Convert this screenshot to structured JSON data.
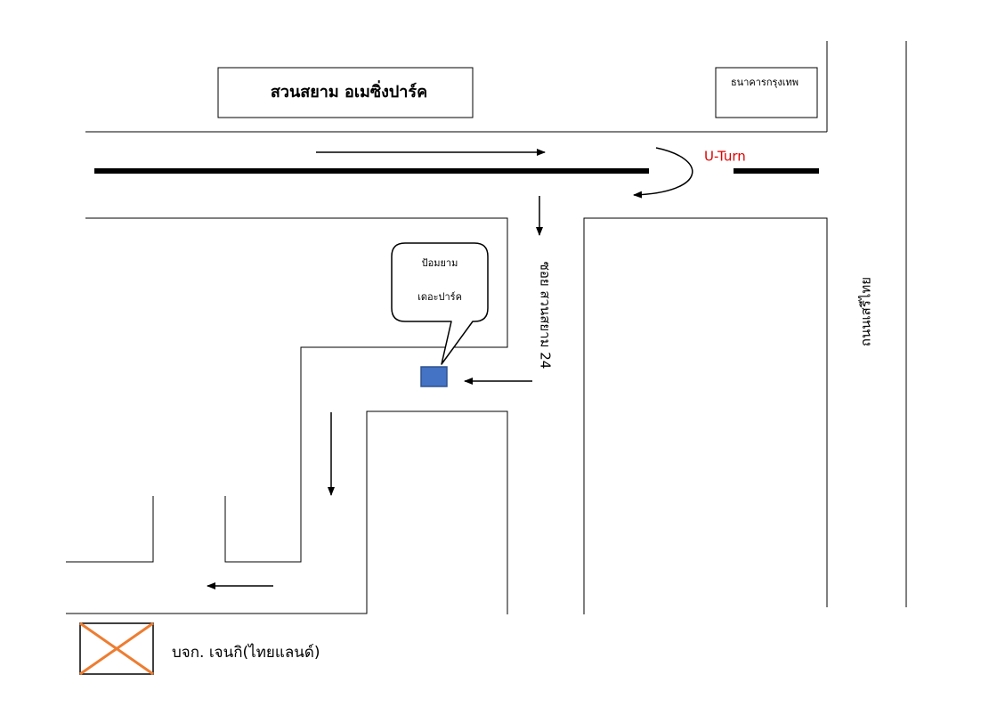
{
  "landmarks": {
    "siam_park": "สวนสยาม อเมซิ่งปาร์ค",
    "bangkok_bank": "ธนาคารกรุงเทพ"
  },
  "u_turn_label": "U-Turn",
  "soi_label": "ซอย สวนสยาม 24",
  "road_label": "ถนนเสรีไทย",
  "callout": {
    "line1": "ป้อมยาม",
    "line2": "เดอะปาร์ค"
  },
  "legend": {
    "label": "บจก. เจนกิ(ไทยแลนด์)"
  },
  "colors": {
    "u_turn": "#e00000",
    "guard_box": "#4472c4",
    "legend_cross": "#ed7d31"
  }
}
